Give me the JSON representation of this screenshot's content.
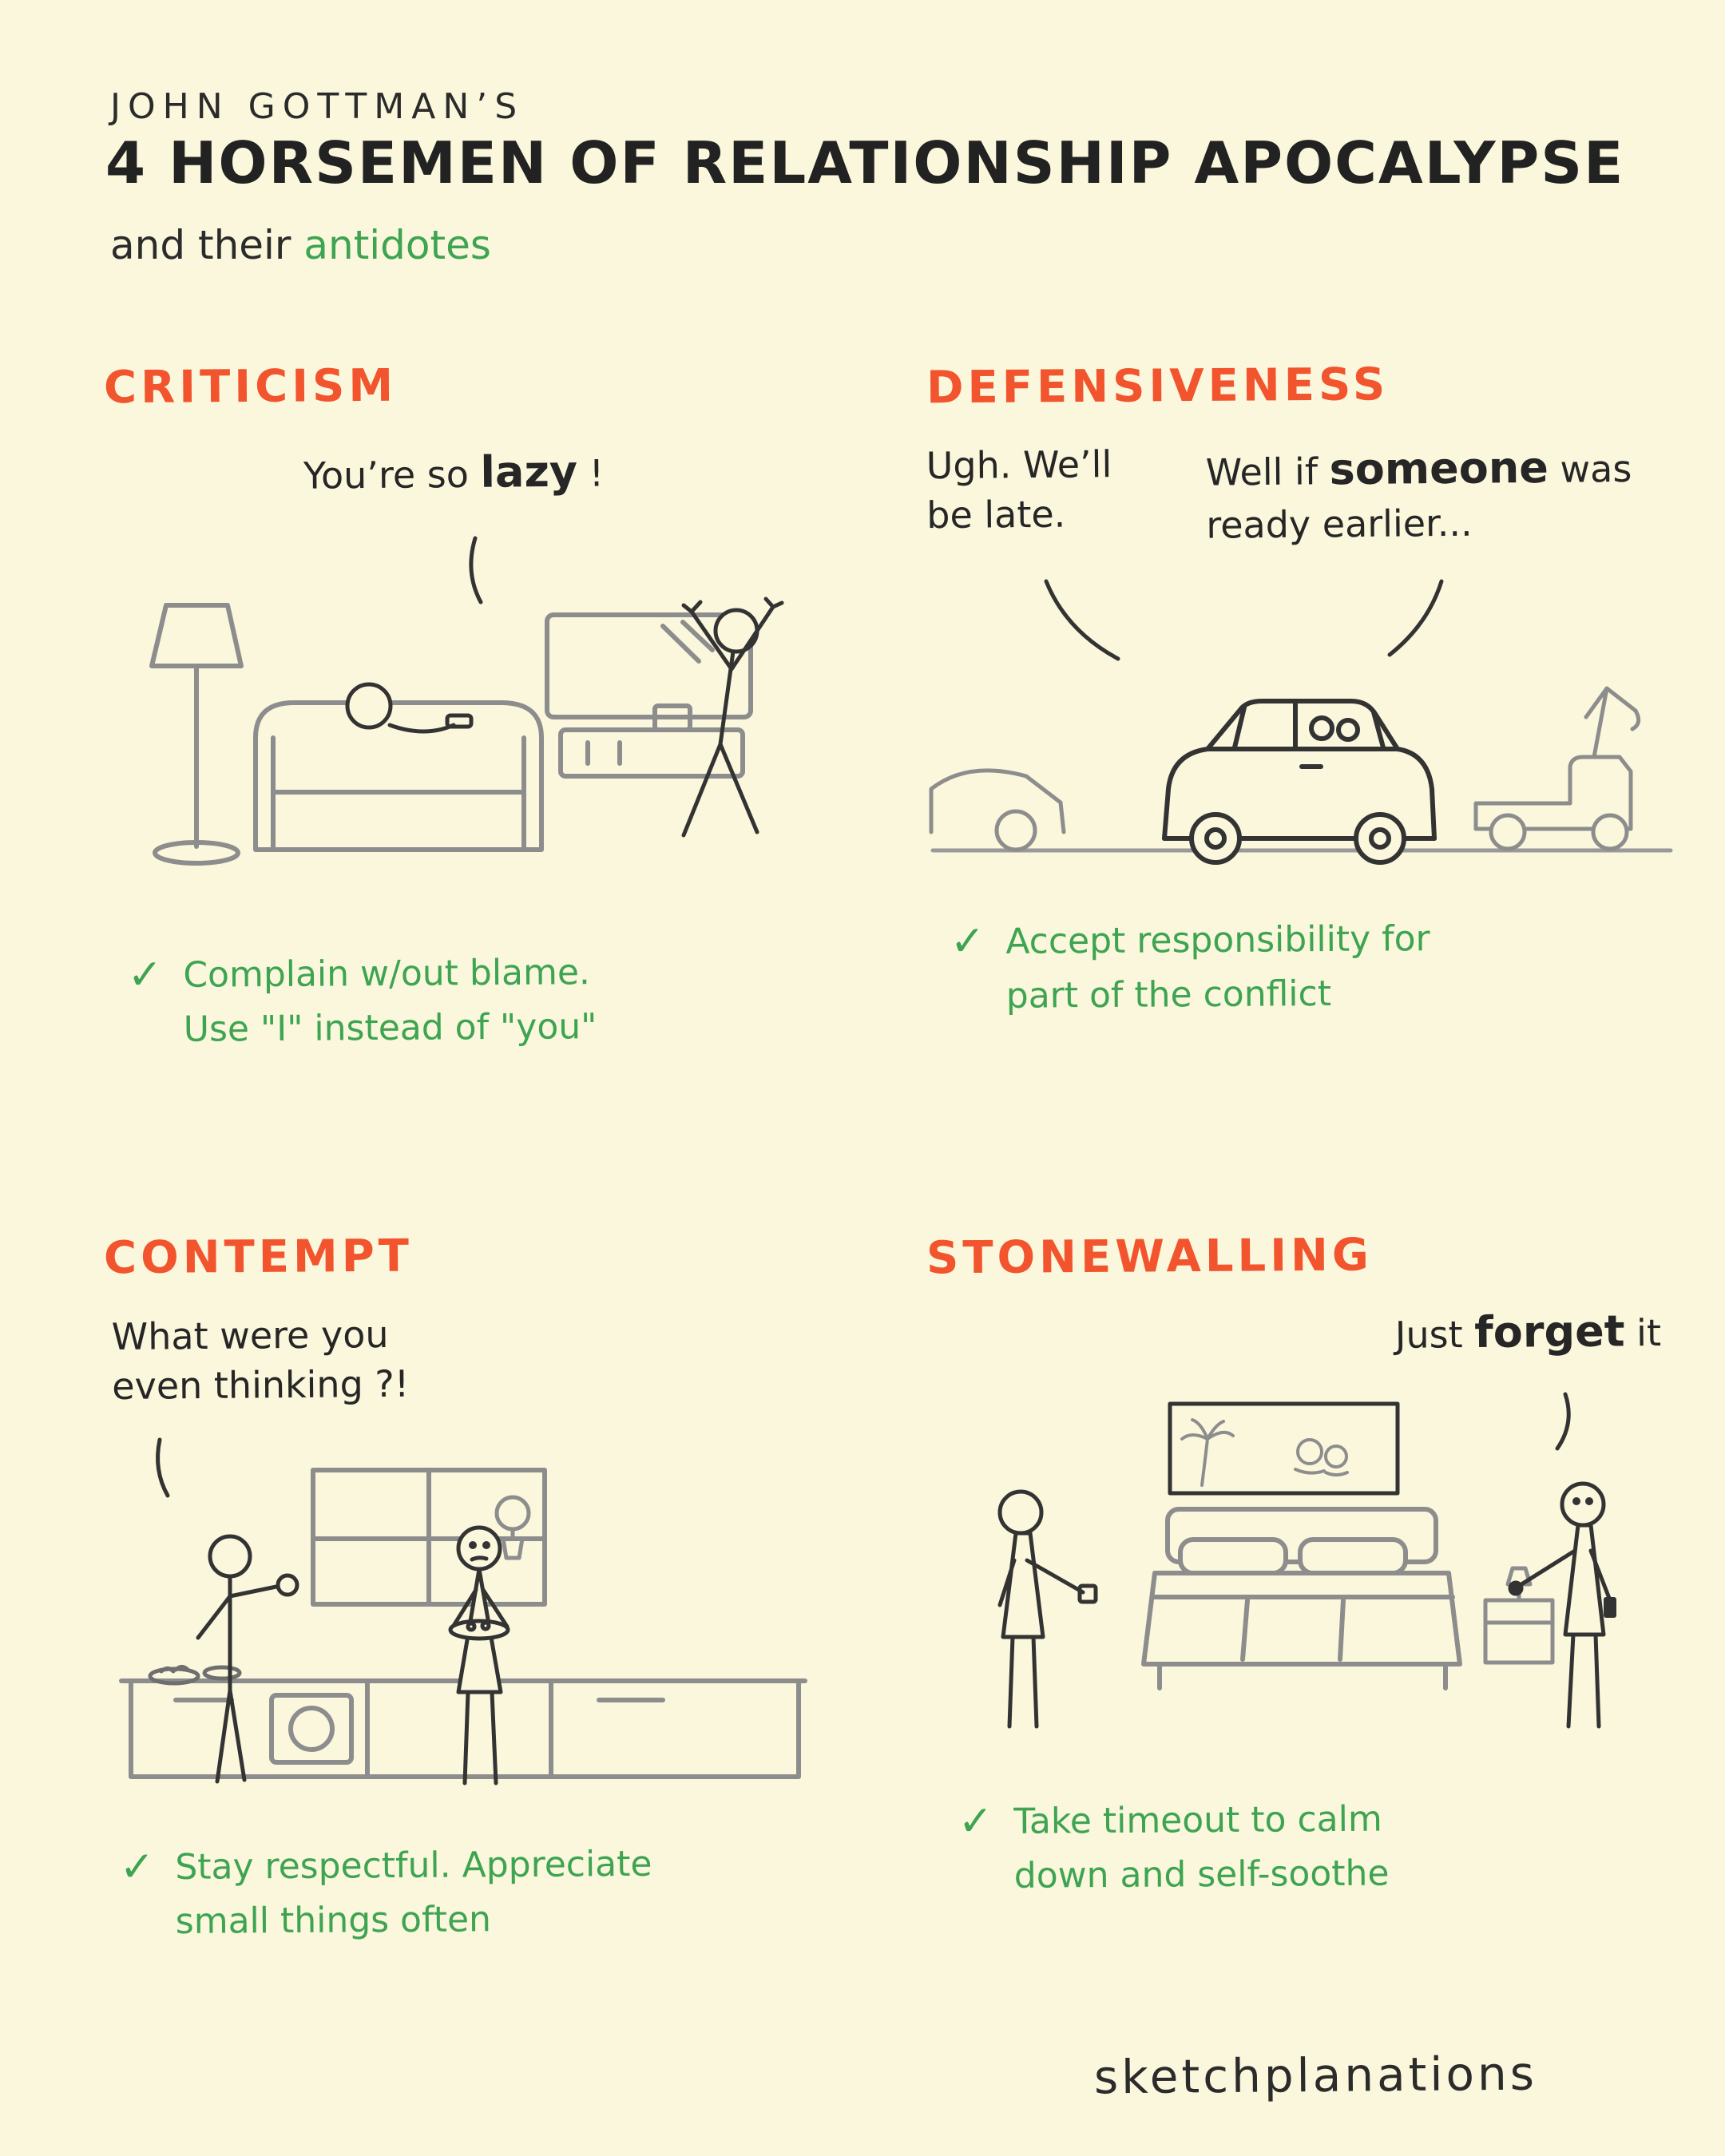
{
  "palette": {
    "background": "#FAF7DC",
    "ink": "#2B2B2B",
    "sketch_gray": "#8D8D8D",
    "accent_orange": "#F2542D",
    "accent_green": "#3EA452"
  },
  "glyphs": {
    "check": "✓"
  },
  "header": {
    "kicker": "JOHN GOTTMAN’S",
    "title": "4 HORSEMEN OF RELATIONSHIP APOCALYPSE",
    "subtitle_prefix": "and their ",
    "subtitle_highlight": "antidotes"
  },
  "sections": {
    "criticism": {
      "heading": "CRITICISM",
      "speech": {
        "pre": "You’re so ",
        "bold": "lazy",
        "post": " !"
      },
      "antidote": "Complain w/out blame. Use \"I\" instead of \"you\""
    },
    "defensiveness": {
      "heading": "DEFENSIVENESS",
      "speech_left": "Ugh. We’ll be late.",
      "speech_right": {
        "pre": "Well if ",
        "bold": "someone",
        "post": " was ready earlier..."
      },
      "antidote": "Accept responsibility for part of the conflict"
    },
    "contempt": {
      "heading": "CONTEMPT",
      "speech": "What were you even thinking ?!",
      "antidote": "Stay respectful. Appreciate small things often"
    },
    "stonewalling": {
      "heading": "STONEWALLING",
      "speech": {
        "pre": "Just ",
        "bold": "forget",
        "post": " it"
      },
      "antidote": "Take timeout to calm down and self-soothe"
    }
  },
  "footer": {
    "brand": "sketchplanations"
  }
}
